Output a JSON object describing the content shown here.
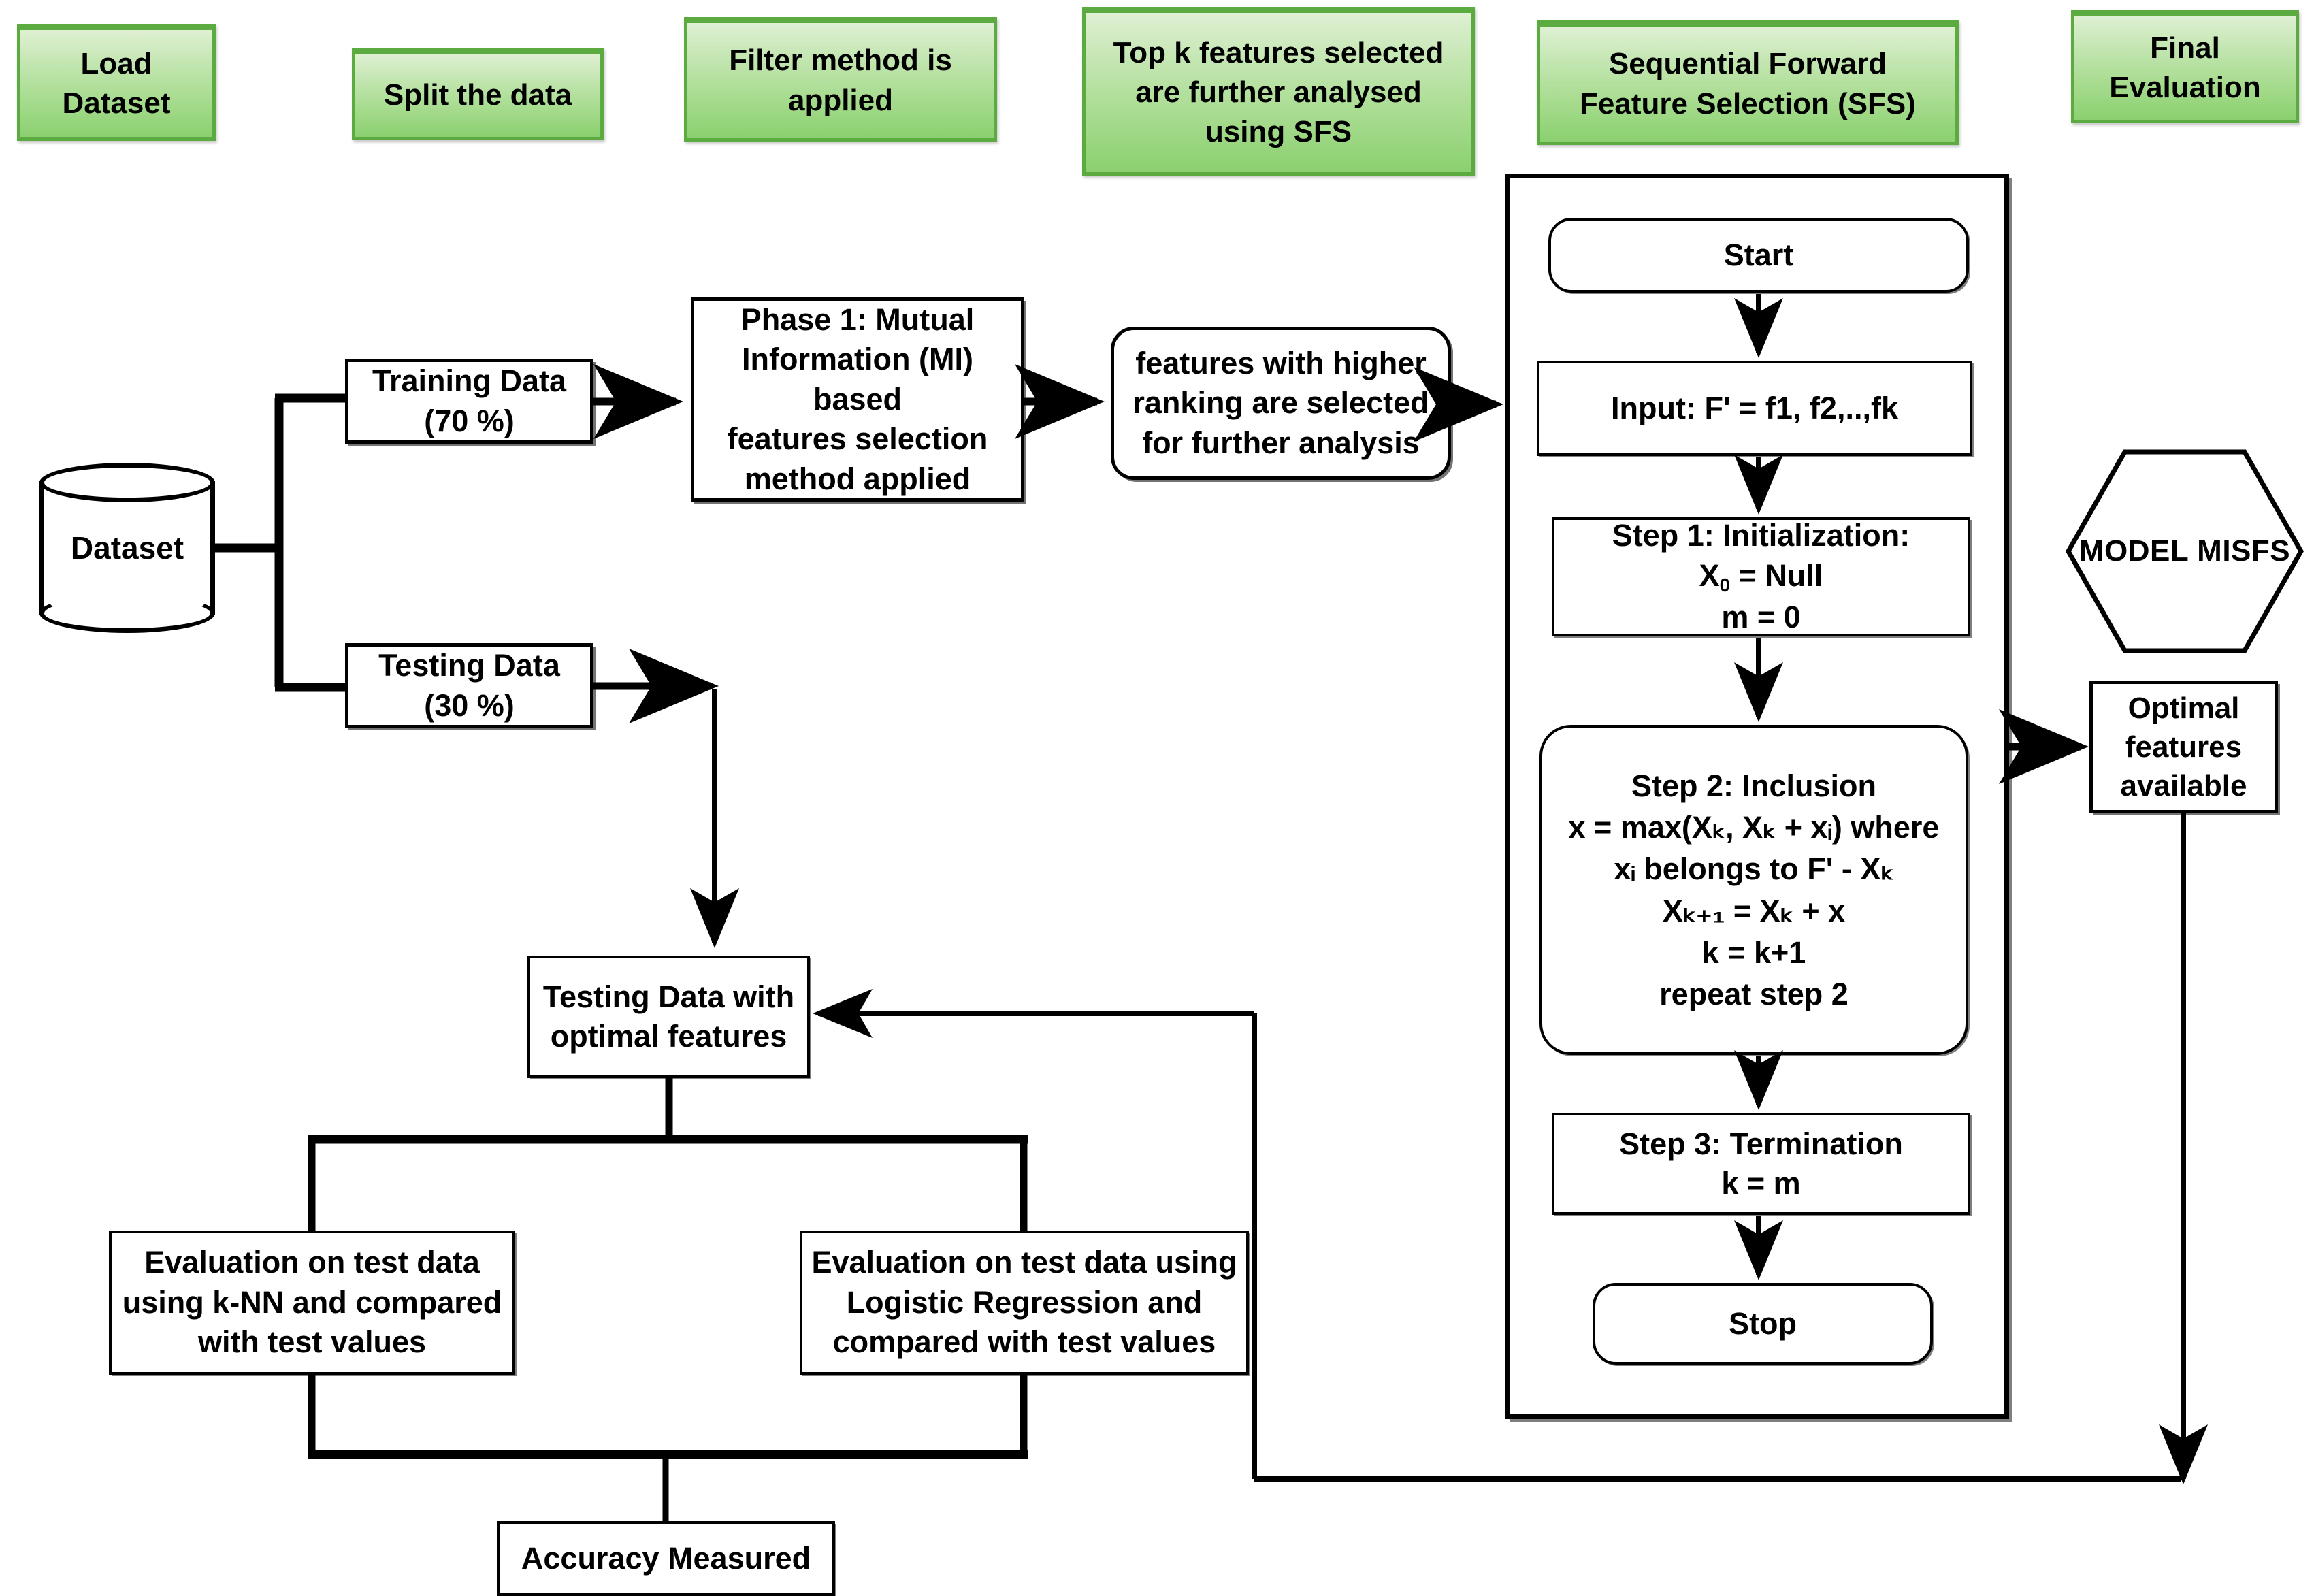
{
  "stages": [
    {
      "label": "Load\nDataset",
      "name": "stage-load-dataset"
    },
    {
      "label": "Split the data",
      "name": "stage-split-the-data"
    },
    {
      "label": "Filter method is\napplied",
      "name": "stage-filter-method"
    },
    {
      "label": "Top k features selected\nare further analysed\nusing SFS",
      "name": "stage-top-k-features"
    },
    {
      "label": "Sequential Forward\nFeature Selection (SFS)",
      "name": "stage-sfs"
    },
    {
      "label": "Final\nEvaluation",
      "name": "stage-final-evaluation"
    }
  ],
  "nodes": {
    "dataset": "Dataset",
    "training_data": "Training Data\n(70 %)",
    "testing_data": "Testing Data\n(30 %)",
    "phase1": "Phase 1: Mutual\nInformation (MI) based\nfeatures selection\nmethod applied",
    "higher_ranking": "features with higher\nranking are selected\nfor further analysis",
    "start": "Start",
    "input": "Input: F' = f1, f2,..,fk",
    "step1_line1": "Step 1: Initialization:",
    "step1_line2_pre": "X",
    "step1_line2_sub": "0",
    "step1_line2_post": " = Null",
    "step1_line3": "m = 0",
    "step2_title": "Step 2: Inclusion",
    "step2_eq1": "x = max(Xₖ, Xₖ + xᵢ) where",
    "step2_eq2": "xᵢ belongs to F' - Xₖ",
    "step2_eq3": "Xₖ₊₁ = Xₖ + x",
    "step2_eq4": "k = k+1",
    "step2_eq5": "repeat step 2",
    "step3_line1": "Step 3: Termination",
    "step3_line2": "k = m",
    "stop": "Stop",
    "model_misfs": "MODEL MISFS",
    "optimal_features": "Optimal\nfeatures\navailable",
    "testing_optimal": "Testing Data with\noptimal features",
    "eval_knn": "Evaluation on test data\nusing k-NN and compared\nwith test values",
    "eval_logreg": "Evaluation on test data using\nLogistic Regression and\ncompared with test values",
    "accuracy": "Accuracy Measured"
  },
  "colors": {
    "chip_border": "#5cab41",
    "chip_fill_top": "#dff0d3",
    "chip_fill_bottom": "#8bd070",
    "line": "#000000",
    "background": "#ffffff"
  }
}
